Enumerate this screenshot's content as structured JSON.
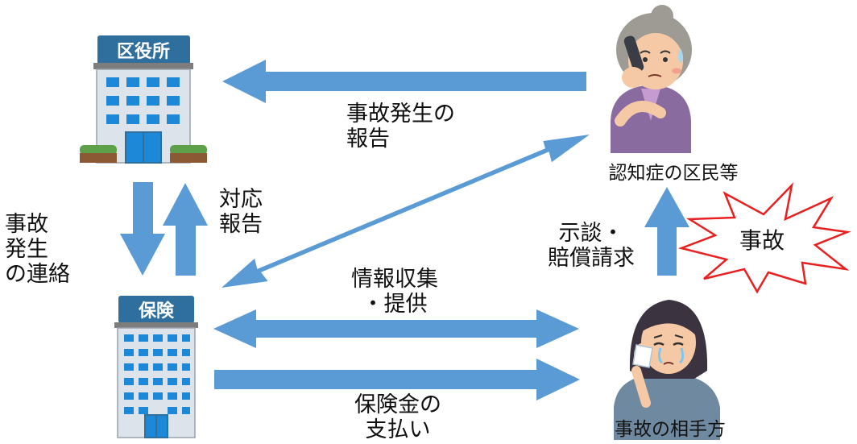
{
  "buildings": {
    "city_office_sign": "区役所",
    "insurance_sign": "保険"
  },
  "people": {
    "elderly_caption": "認知症の区民等",
    "victim_caption": "事故の相手方"
  },
  "labels": {
    "report_accident_to_office": "事故発生の\n報告",
    "response_report": "対応\n報告",
    "accident_contact": "事故\n発生\nの連絡",
    "info_exchange": "情報収集\n・提供",
    "insurance_payment": "保険金の\n支払い",
    "settlement_claim": "示談・\n賠償請求",
    "accident_burst": "事故"
  },
  "colors": {
    "arrow": "#5b9bd5",
    "burst_outline": "#e8201f",
    "office_roof_sign": "#2e6f9e",
    "building_window": "#1e88d8"
  }
}
